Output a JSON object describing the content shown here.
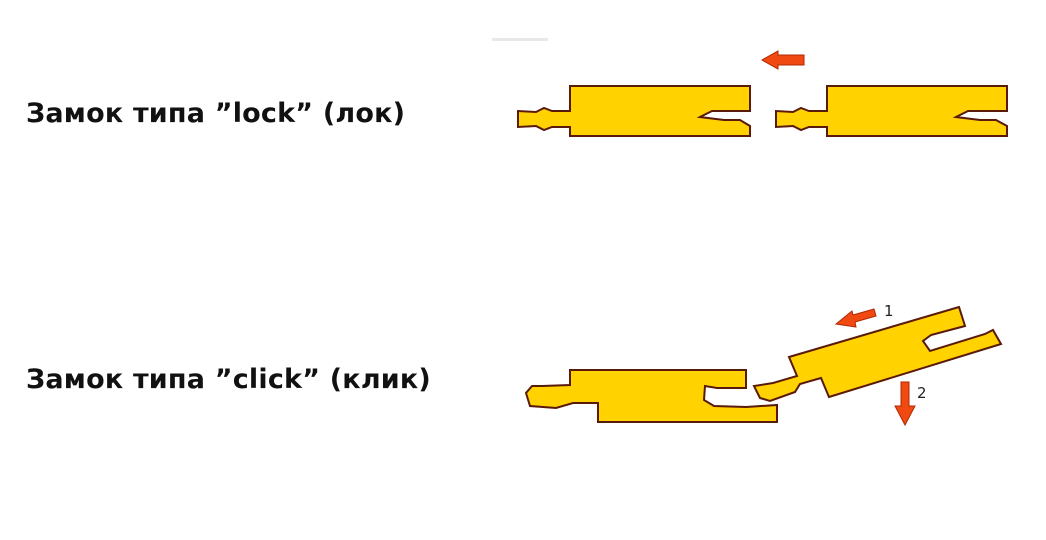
{
  "labels": {
    "lock": "Замок типа ”lock” (лок)",
    "click": "Замок типа ”click” (клик)"
  },
  "steps": {
    "step1": "1",
    "step2": "2"
  },
  "colors": {
    "board_fill": "#ffd200",
    "board_stroke": "#5a1a0a",
    "arrow": "#f04a12"
  }
}
